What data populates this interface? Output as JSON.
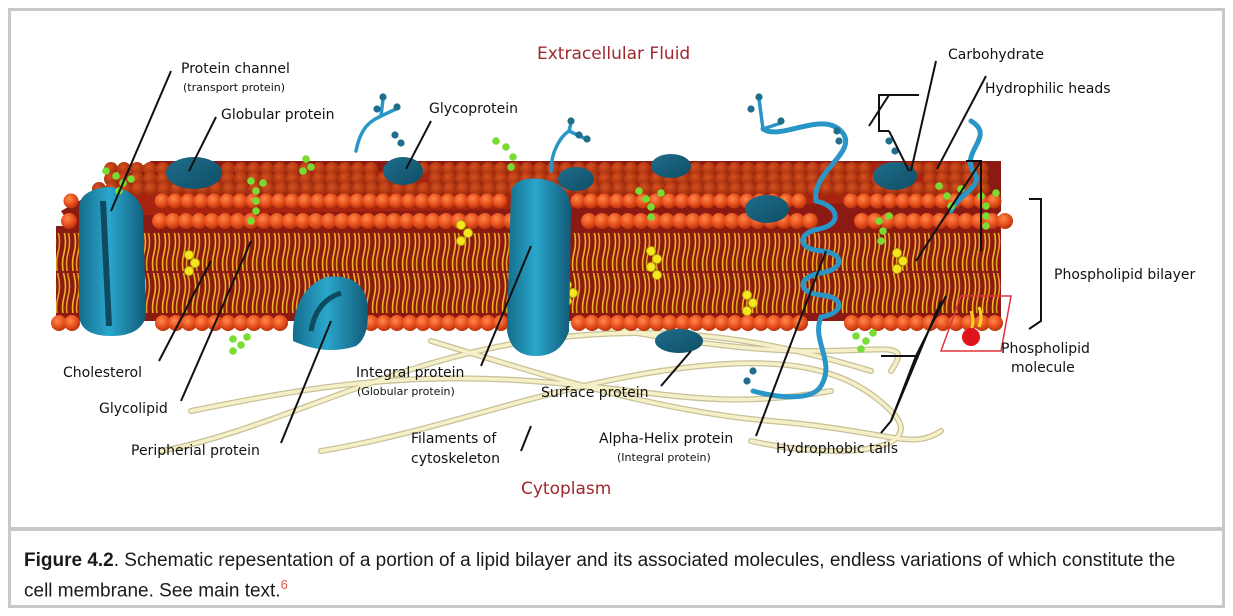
{
  "figure": {
    "regions": {
      "top": "Extracellular Fluid",
      "bottom": "Cytoplasm"
    },
    "labels": {
      "protein_channel": "Protein channel",
      "protein_channel_sub": "(transport protein)",
      "globular_protein": "Globular protein",
      "glycoprotein": "Glycoprotein",
      "carbohydrate": "Carbohydrate",
      "hydrophilic_heads": "Hydrophilic heads",
      "phospholipid_bilayer": "Phospholipid bilayer",
      "phospholipid_molecule_1": "Phospholipid",
      "phospholipid_molecule_2": "molecule",
      "cholesterol": "Cholesterol",
      "glycolipid": "Glycolipid",
      "peripherial_protein": "Peripherial protein",
      "integral_protein": "Integral protein",
      "integral_protein_sub": "(Globular protein)",
      "surface_protein": "Surface protein",
      "filaments_1": "Filaments of",
      "filaments_2": "cytoskeleton",
      "alpha_helix": "Alpha-Helix protein",
      "alpha_helix_sub": "(Integral protein)",
      "hydrophobic_tails": "Hydrophobic tails"
    },
    "colors": {
      "heads": "#e8501e",
      "protein": "#1e8cb4",
      "protein_dark": "#1e6e8c",
      "tails": "#f0b428",
      "cholesterol": "#f5e61e",
      "glyco": "#78dc32",
      "region_text": "#a0282d",
      "filament": "#f5f0c8"
    }
  },
  "caption": {
    "label": "Figure 4.2",
    "text": ". Schematic repesentation of a portion of a lipid bilayer and its associated molecules, endless variations of which constitute the cell membrane. See main text.",
    "ref": "6"
  }
}
